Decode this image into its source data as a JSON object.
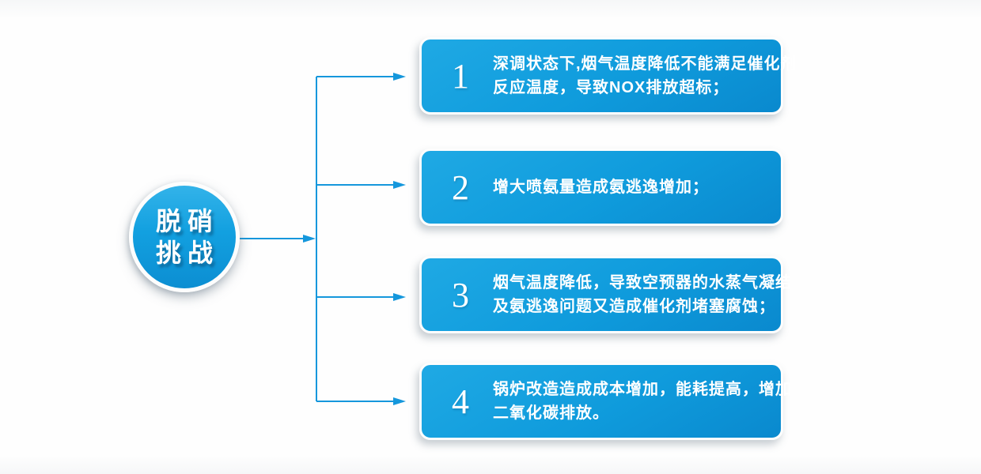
{
  "colors": {
    "box_blue_light": "#1ba7e5",
    "box_blue_dark": "#0b8ed2",
    "connector_blue": "#1597dc",
    "background": "#fdfdfe",
    "text_white": "#ffffff"
  },
  "hub": {
    "label_lines": [
      "脱硝",
      "挑战"
    ]
  },
  "items": [
    {
      "number": "1",
      "lines": [
        "深调状态下,烟气温度降低不能满足催化剂",
        "反应温度，导致NOX排放超标；"
      ]
    },
    {
      "number": "2",
      "lines": [
        "增大喷氨量造成氨逃逸增加；"
      ]
    },
    {
      "number": "3",
      "lines": [
        "烟气温度降低，导致空预器的水蒸气凝结",
        "及氨逃逸问题又造成催化剂堵塞腐蚀；"
      ]
    },
    {
      "number": "4",
      "lines": [
        "锅炉改造造成成本增加，能耗提高，增加",
        "二氧化碳排放。"
      ]
    }
  ]
}
